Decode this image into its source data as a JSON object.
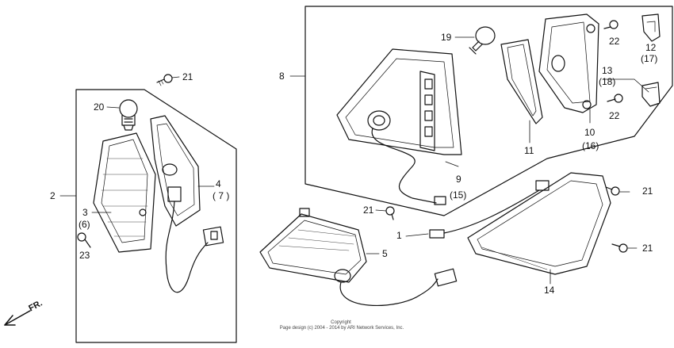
{
  "diagram": {
    "callouts": {
      "c1": "1",
      "c2": "2",
      "c3": "3",
      "c3b": "(6)",
      "c4": "4",
      "c4b": "( 7 )",
      "c5": "5",
      "c8": "8",
      "c9": "9",
      "c9b": "(15)",
      "c10": "10",
      "c10b": "(16)",
      "c11": "11",
      "c12": "12",
      "c12b": "(17)",
      "c13": "13",
      "c13b": "(18)",
      "c14": "14",
      "c19": "19",
      "c20": "20",
      "c21a": "21",
      "c21b": "21",
      "c21c": "21",
      "c21d": "21",
      "c22a": "22",
      "c22b": "22",
      "c23": "23"
    },
    "direction": "FR.",
    "copyright_line1": "Copyright",
    "copyright_line2": "Page design (c) 2004 - 2014 by ARI Network Services, Inc."
  }
}
